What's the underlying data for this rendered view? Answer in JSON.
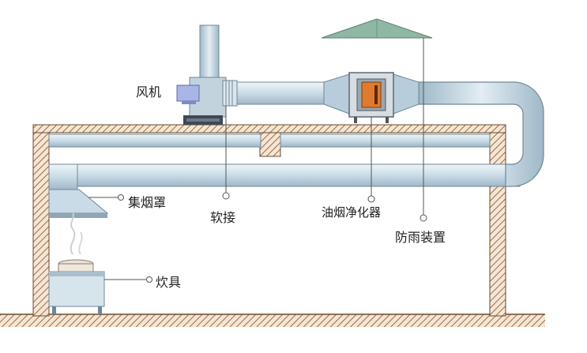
{
  "labels": {
    "fan": "风机",
    "hood": "集烟罩",
    "soft_joint": "软接",
    "purifier": "油烟净化器",
    "rain_cap": "防雨装置",
    "stove": "炊具"
  },
  "colors": {
    "duct_fill": "#c9dbe6",
    "duct_stroke": "#6f8796",
    "wall_hatch": "#a06a3c",
    "roof_cap": "#8fb8a4",
    "filter_core": "#e07a2e",
    "leader": "#555555"
  }
}
